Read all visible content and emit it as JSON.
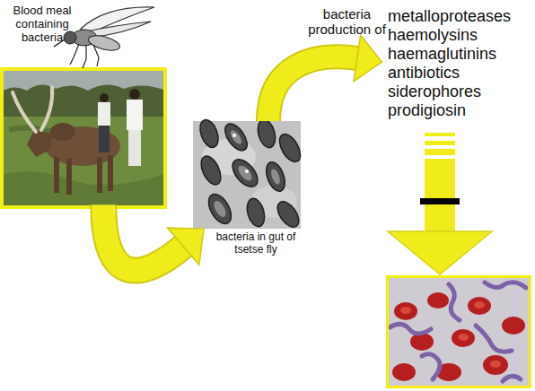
{
  "diagram": {
    "nodes": [
      {
        "text": [
          "Blood meal containing bacteria"
        ]
      },
      {
        "text": [
          "bacteria in gut of tsetse fly"
        ]
      },
      {
        "text": [
          "metalloproteases haemolysins haemaglutinins antibiotics siderophores prodigiosin"
        ]
      }
    ],
    "edges": [
      {
        "from": 0,
        "to": 1,
        "arrow": "to"
      },
      {
        "from": 1,
        "to": 2,
        "arrow": "to",
        "label": "bacteria production of"
      }
    ]
  }
}
